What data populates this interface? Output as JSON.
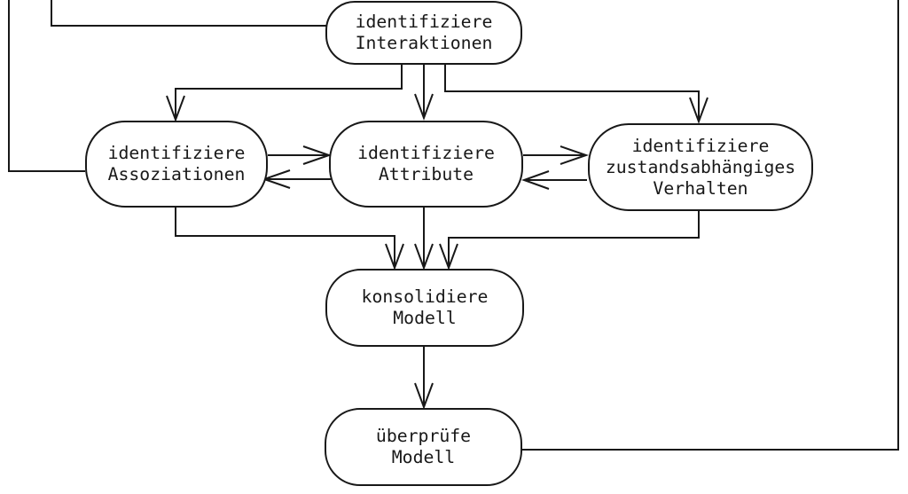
{
  "diagram": {
    "type": "flowchart",
    "language": "de",
    "background_color": "#ffffff",
    "line_color": "#181818",
    "nodes": [
      {
        "id": "identifiziere-interaktionen",
        "label": "identifiziere\nInteraktionen"
      },
      {
        "id": "identifiziere-assoziationen",
        "label": "identifiziere\nAssoziationen"
      },
      {
        "id": "identifiziere-attribute",
        "label": "identifiziere\nAttribute"
      },
      {
        "id": "identifiziere-zustandsabhaengiges-verhalten",
        "label": "identifiziere\nzustandsabhängiges\nVerhalten"
      },
      {
        "id": "konsolidiere-modell",
        "label": "konsolidiere\nModell"
      },
      {
        "id": "ueberpruefe-modell",
        "label": "überprüfe\nModell"
      }
    ],
    "edges": [
      {
        "from": "offscreen-top-left-outer",
        "to": "identifiziere-assoziationen",
        "arrowhead": false
      },
      {
        "from": "offscreen-top-left-inner",
        "to": "identifiziere-interaktionen",
        "arrowhead": false
      },
      {
        "from": "identifiziere-interaktionen",
        "to": "identifiziere-assoziationen",
        "arrowhead": true
      },
      {
        "from": "identifiziere-interaktionen",
        "to": "identifiziere-attribute",
        "arrowhead": true
      },
      {
        "from": "identifiziere-interaktionen",
        "to": "identifiziere-zustandsabhaengiges-verhalten",
        "arrowhead": true
      },
      {
        "from": "identifiziere-assoziationen",
        "to": "identifiziere-attribute",
        "arrowhead": true
      },
      {
        "from": "identifiziere-attribute",
        "to": "identifiziere-assoziationen",
        "arrowhead": true
      },
      {
        "from": "identifiziere-attribute",
        "to": "identifiziere-zustandsabhaengiges-verhalten",
        "arrowhead": true
      },
      {
        "from": "identifiziere-zustandsabhaengiges-verhalten",
        "to": "identifiziere-attribute",
        "arrowhead": true
      },
      {
        "from": "identifiziere-assoziationen",
        "to": "konsolidiere-modell",
        "arrowhead": true
      },
      {
        "from": "identifiziere-attribute",
        "to": "konsolidiere-modell",
        "arrowhead": true
      },
      {
        "from": "identifiziere-zustandsabhaengiges-verhalten",
        "to": "konsolidiere-modell",
        "arrowhead": true
      },
      {
        "from": "konsolidiere-modell",
        "to": "ueberpruefe-modell",
        "arrowhead": true
      },
      {
        "from": "ueberpruefe-modell",
        "to": "offscreen-top-right",
        "arrowhead": false
      }
    ]
  }
}
